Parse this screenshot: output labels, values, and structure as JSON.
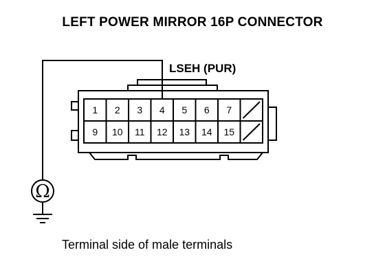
{
  "diagram": {
    "title": "LEFT POWER MIRROR 16P CONNECTOR",
    "wire_label": "LSEH (PUR)",
    "meter_symbol": "Ω",
    "caption": "Terminal side of male terminals",
    "connector": {
      "pins_top_row": [
        "1",
        "2",
        "3",
        "4",
        "5",
        "6",
        "7"
      ],
      "pins_bottom_row": [
        "9",
        "10",
        "11",
        "12",
        "13",
        "14",
        "15"
      ],
      "unused_cavities": [
        "8",
        "16"
      ],
      "probed_terminal": "4"
    }
  }
}
